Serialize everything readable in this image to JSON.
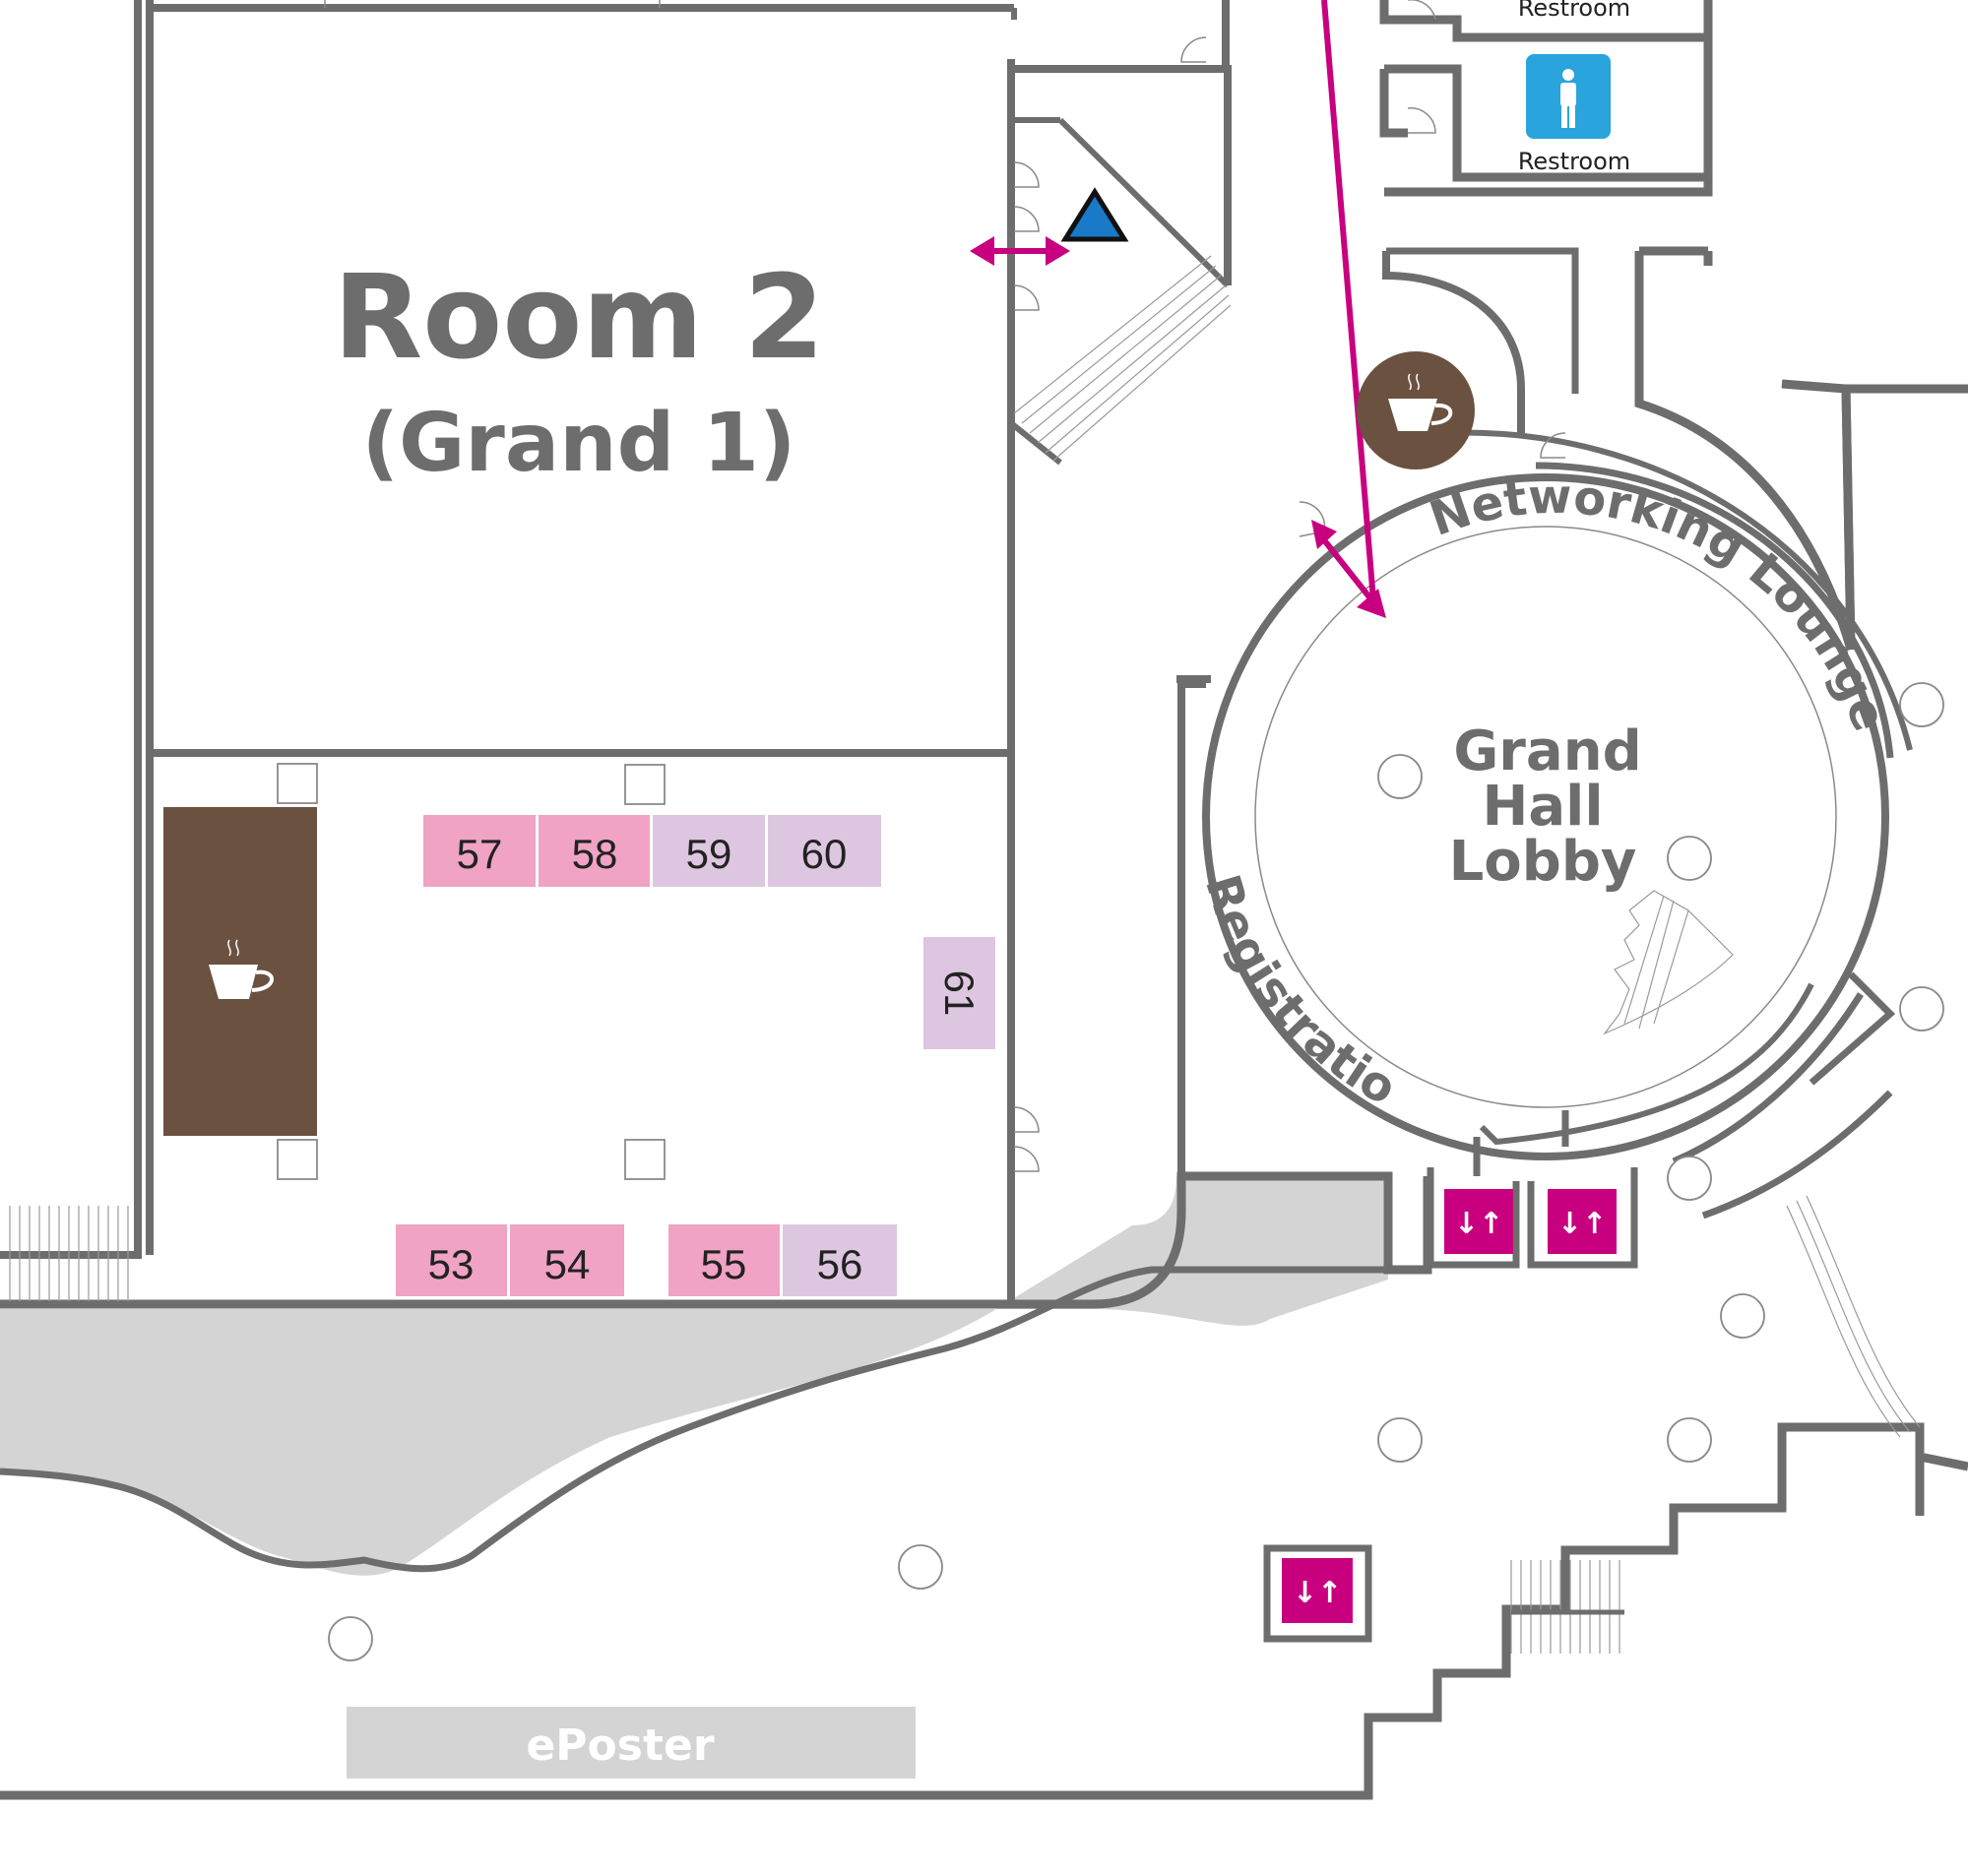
{
  "colors": {
    "wall": "#6d6d6d",
    "corridor": "#d4d4d4",
    "booth_pink": "#f0a3c4",
    "booth_lavender": "#ddc6df",
    "cafe_brown": "#6b5140",
    "elevator_magenta": "#c8007f",
    "restroom_blue": "#29a4dc",
    "entrance_arrow": "#c8007f",
    "you_are_here": "#1a7ac8"
  },
  "room2": {
    "title": "Room 2",
    "subtitle": "(Grand 1)"
  },
  "lobby": {
    "line1": "Grand",
    "line2": "Hall",
    "line3": "Lobby"
  },
  "networking_lounge": "Networking Lounge",
  "registration": "Registration",
  "restrooms": {
    "top": "Restroom",
    "bottom": "Restroom"
  },
  "eposter": "ePoster",
  "booths_top": [
    {
      "number": "57",
      "color": "#f0a3c4"
    },
    {
      "number": "58",
      "color": "#f0a3c4"
    },
    {
      "number": "59",
      "color": "#ddc6df"
    },
    {
      "number": "60",
      "color": "#ddc6df"
    }
  ],
  "booth_side": {
    "number": "61",
    "color": "#ddc6df"
  },
  "booths_bottom": [
    {
      "number": "53",
      "color": "#f0a3c4"
    },
    {
      "number": "54",
      "color": "#f0a3c4"
    },
    {
      "number": "55",
      "color": "#f0a3c4"
    },
    {
      "number": "56",
      "color": "#ddc6df"
    }
  ],
  "icons": {
    "cafe": "coffee-cup-icon",
    "elevator": "elevator-icon",
    "restroom_men": "restroom-men-icon",
    "entrance": "double-arrow-icon",
    "current_location": "triangle-marker-icon"
  }
}
